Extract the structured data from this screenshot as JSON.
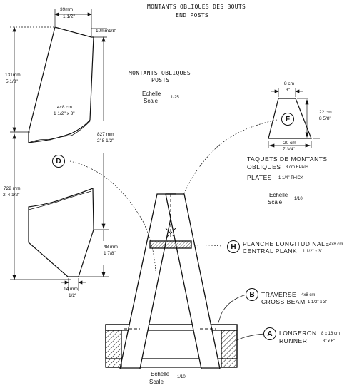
{
  "titles": {
    "end_posts_fr": "MONTANTS OBLIQUES DES BOUTS",
    "end_posts_en": "END POSTS",
    "posts_fr": "MONTANTS OBLIQUES",
    "posts_en": "POSTS",
    "plates_fr_1": "TAQUETS DE MONTANTS",
    "plates_fr_2": "OBLIQUES",
    "plates_thick_metric": "3 cm EPAIS",
    "plates_en": "PLATES",
    "plates_thick_imperial": "1 1/4\" THICK"
  },
  "scales": {
    "posts_label_fr": "Echelle",
    "posts_label_en": "Scale",
    "posts_value": "1/25",
    "plates_label_fr": "Echelle",
    "plates_label_en": "Scale",
    "plates_value": "1/10",
    "main_label_fr": "Echelle",
    "main_label_en": "Scale",
    "main_value": "1/10"
  },
  "dimensions": {
    "top_width_mm": "39mm",
    "top_width_in": "1 1/2\"",
    "top_offset_mm": "10mm",
    "top_offset_in": "1/8\"",
    "upper_len_mm": "131mm",
    "upper_len_in": "5 1/8\"",
    "section_cm": "4x8 cm",
    "section_in": "1 1/2\" x 3\"",
    "total_len_mm": "827 mm",
    "total_len_in": "2' 8 1/2\"",
    "lower_len_mm": "722 mm",
    "lower_len_in": "2' 4 1/2\"",
    "bottom_offset_mm": "48 mm",
    "bottom_offset_in": "1 7/8\"",
    "bottom_width_mm": "14 mm",
    "bottom_width_in": "1/2\"",
    "plate_top_cm": "8 cm",
    "plate_top_in": "3\"",
    "plate_height_cm": "22 cm",
    "plate_height_in": "8 5/8\"",
    "plate_bottom_cm": "20 cm",
    "plate_bottom_in": "7 3/4\""
  },
  "callouts": {
    "D": "D",
    "F": "F",
    "H": "H",
    "B": "B",
    "A": "A"
  },
  "parts": {
    "H_fr": "PLANCHE  LONGITUDINALE",
    "H_size_metric": "4x8 cm",
    "H_en": "CENTRAL  PLANK",
    "H_size_imperial": "1 1/2\" x 3\"",
    "B_fr": "TRAVERSE",
    "B_size_metric": "4x8 cm",
    "B_en": "CROSS BEAM",
    "B_size_imperial": "1 1/2\" x 3\"",
    "A_fr": "LONGERON",
    "A_size_metric": "8 x 16 cm",
    "A_en": "RUNNER",
    "A_size_imperial": "3\" x 6\""
  }
}
